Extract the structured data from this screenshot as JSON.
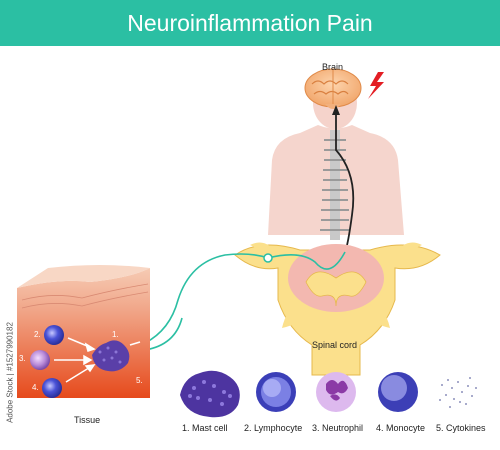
{
  "title": "Neuroinflammation Pain",
  "labels": {
    "brain": "Brain",
    "spinal_cord": "Spinal cord",
    "tissue": "Tissue"
  },
  "tissue_markers": [
    "1.",
    "2.",
    "3.",
    "4.",
    "5."
  ],
  "legend": [
    {
      "label": "1. Mast cell",
      "icon": "mast-cell-icon"
    },
    {
      "label": "2. Lymphocyte",
      "icon": "lymphocyte-icon"
    },
    {
      "label": "3. Neutrophil",
      "icon": "neutrophil-icon"
    },
    {
      "label": "4. Monocyte",
      "icon": "monocyte-icon"
    },
    {
      "label": "5. Cytokines",
      "icon": "cytokines-icon"
    }
  ],
  "watermark": "Adobe Stock | #1527990182",
  "colors": {
    "banner": "#2bbfa3",
    "nerve": "#2bbfa3",
    "brain": "#f7b98a",
    "lightning": "#e31e24",
    "body": "#f5d8d0",
    "tissue_top": "#f3c4a8",
    "tissue_bottom": "#e84d1e"
  }
}
